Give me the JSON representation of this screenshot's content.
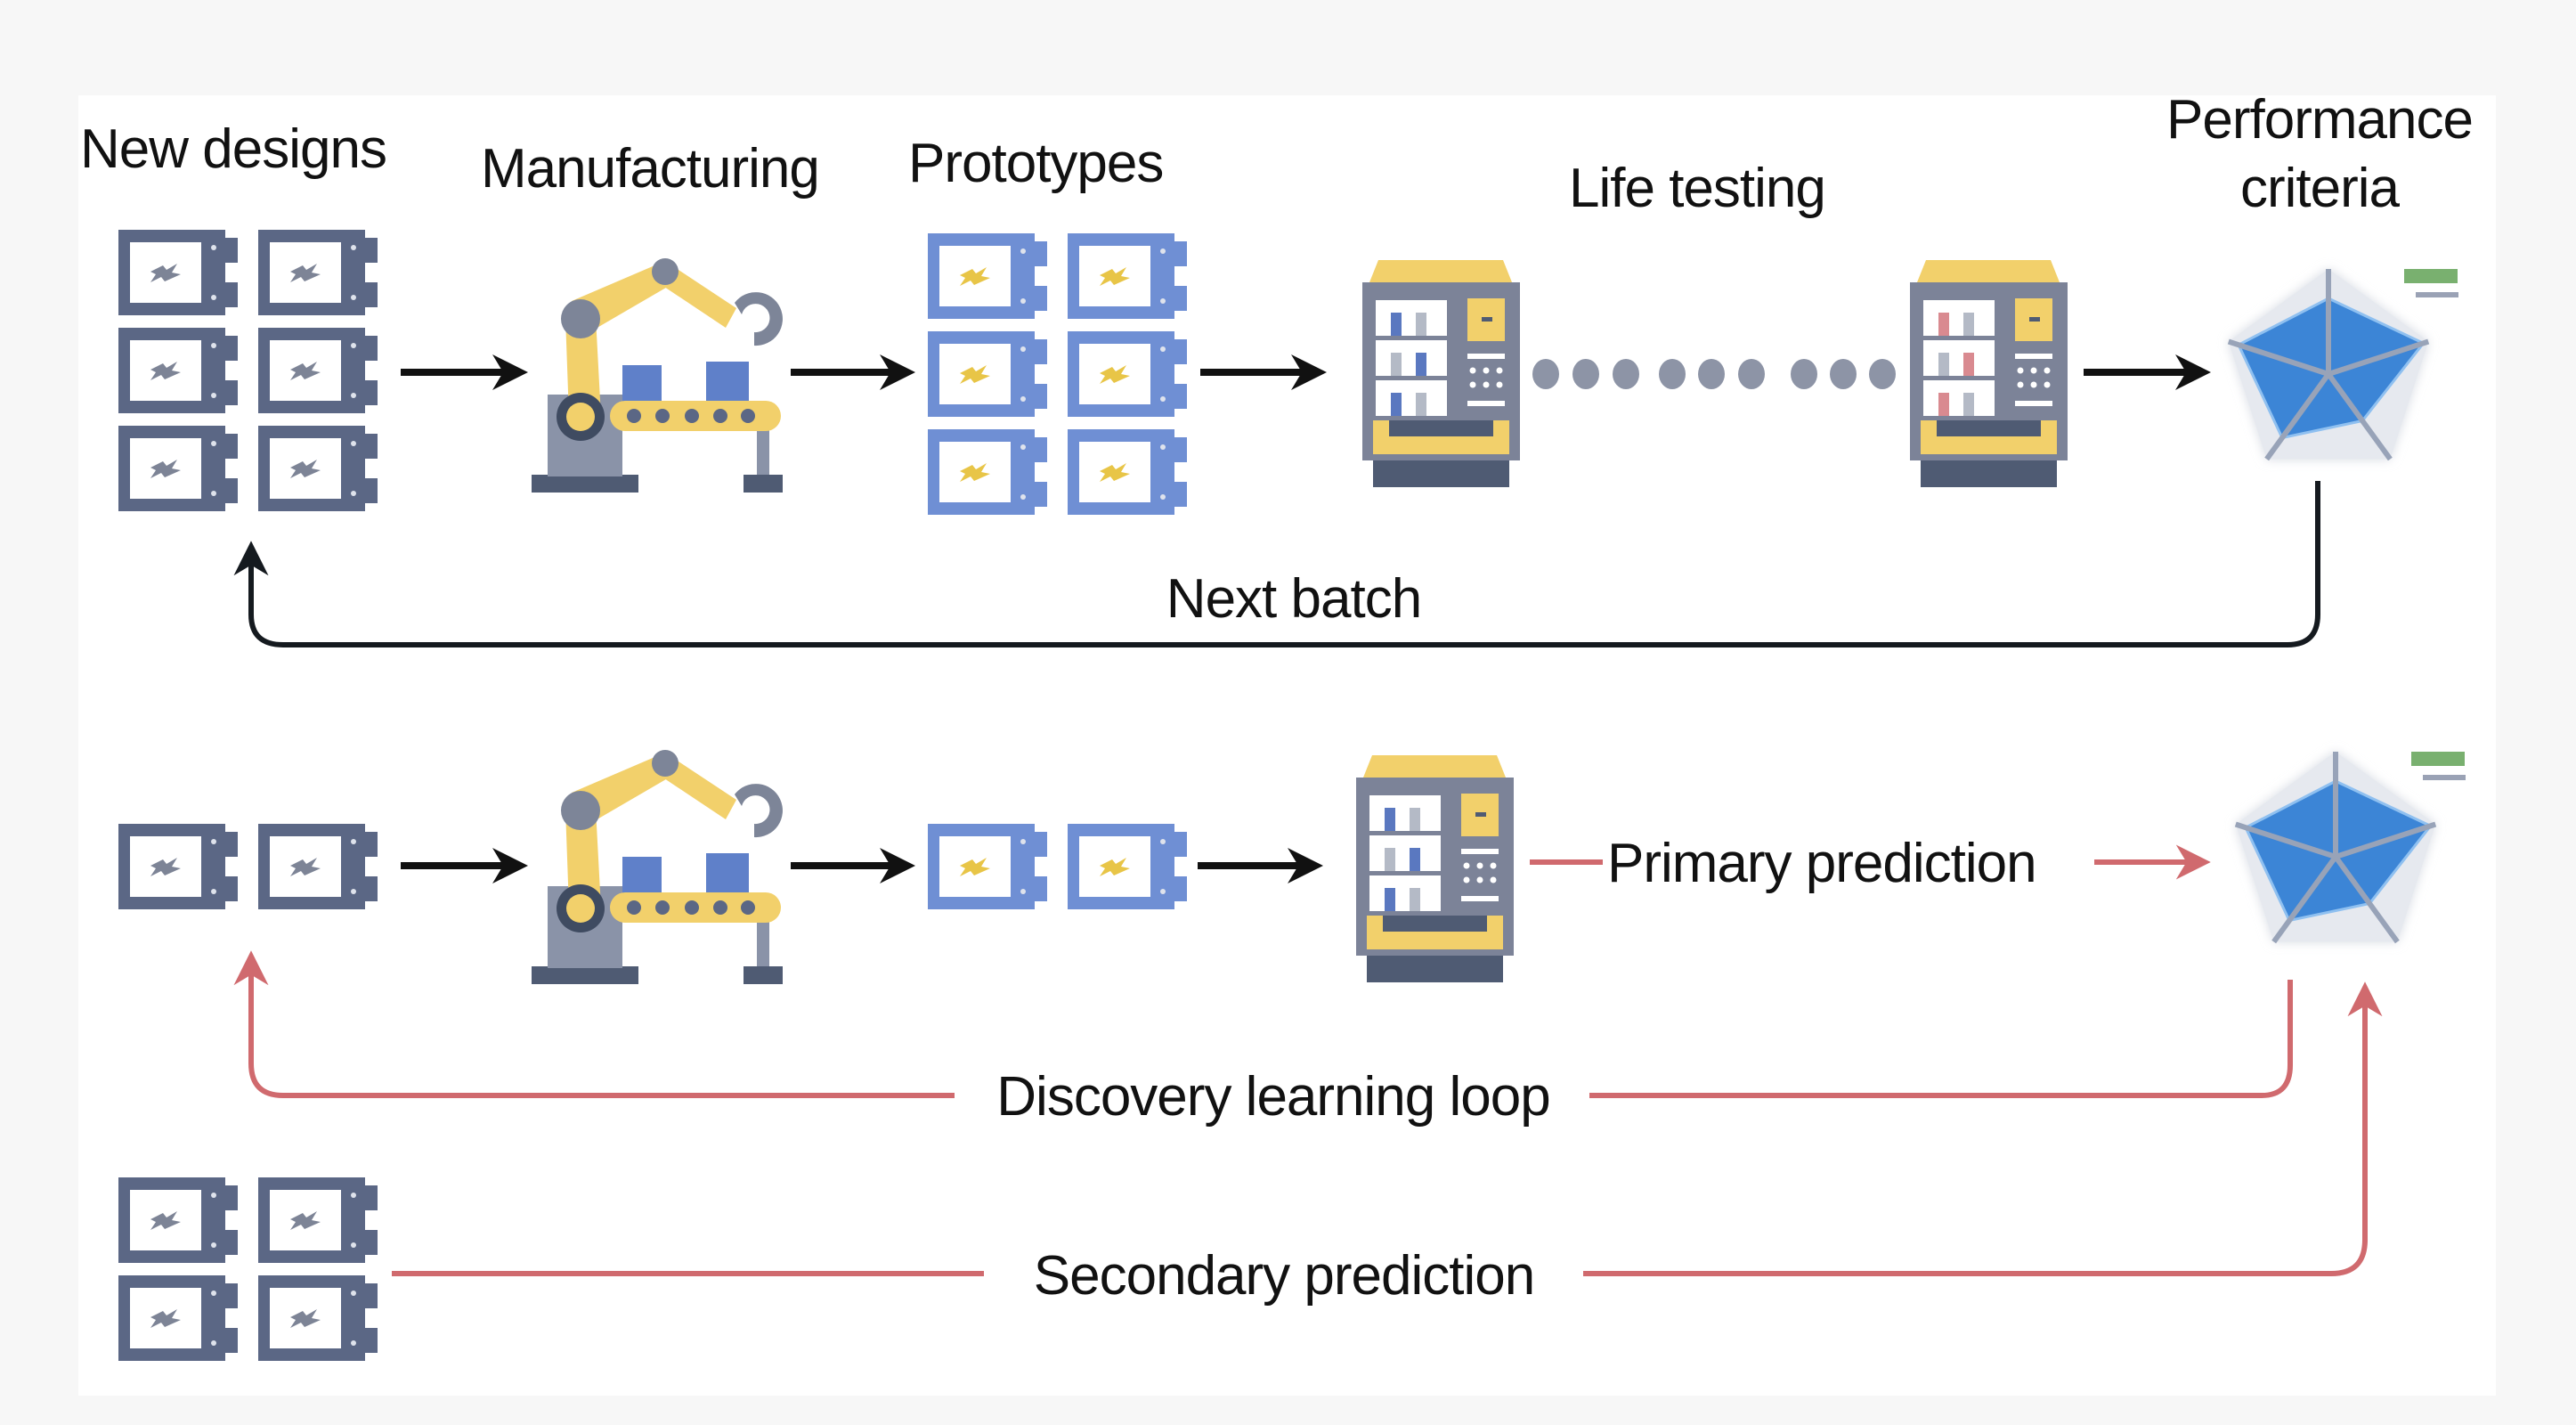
{
  "figure": {
    "title": "Battery design discovery workflow: conventional vs. prediction-driven",
    "colors": {
      "battery_new": "#5b6785",
      "battery_prototype": "#6f8fd4",
      "bolt_new": "#7d8496",
      "bolt_prototype": "#e8c547",
      "robot_yellow": "#f2d06b",
      "machine_gray": "#7c8398",
      "machine_dark": "#4f5b73",
      "radar_fill": "#3c85d6",
      "radar_bg": "#e6e9ef",
      "loop_black": "#151a1f",
      "loop_red": "#d06a6e",
      "legend_green": "#79b06f",
      "legend_gray": "#9aa2b5"
    }
  },
  "top_row": {
    "stages": [
      {
        "id": "new-designs",
        "label": "New designs",
        "icon": "battery-grid-icon",
        "count": 6
      },
      {
        "id": "manufacturing",
        "label": "Manufacturing",
        "icon": "robot-arm-icon"
      },
      {
        "id": "prototypes",
        "label": "Prototypes",
        "icon": "battery-grid-icon",
        "count": 6
      },
      {
        "id": "life-testing",
        "label": "Life testing",
        "icon": "cycler-machine-icon",
        "count": 2
      },
      {
        "id": "performance-criteria",
        "label_line1": "Performance",
        "label_line2": "criteria",
        "icon": "radar-chart-icon"
      }
    ],
    "life_testing_dots": 9,
    "loop_label": "Next batch"
  },
  "bottom_row": {
    "stages": [
      {
        "id": "new-designs",
        "icon": "battery-grid-icon",
        "count": 2
      },
      {
        "id": "manufacturing",
        "icon": "robot-arm-icon"
      },
      {
        "id": "prototypes",
        "icon": "battery-grid-icon",
        "count": 2
      },
      {
        "id": "early-testing",
        "icon": "cycler-machine-icon"
      },
      {
        "id": "performance-criteria",
        "icon": "radar-chart-icon"
      }
    ],
    "primary_label": "Primary prediction",
    "loop_label": "Discovery learning loop",
    "secondary_label": "Secondary prediction",
    "secondary_batteries": 4
  }
}
